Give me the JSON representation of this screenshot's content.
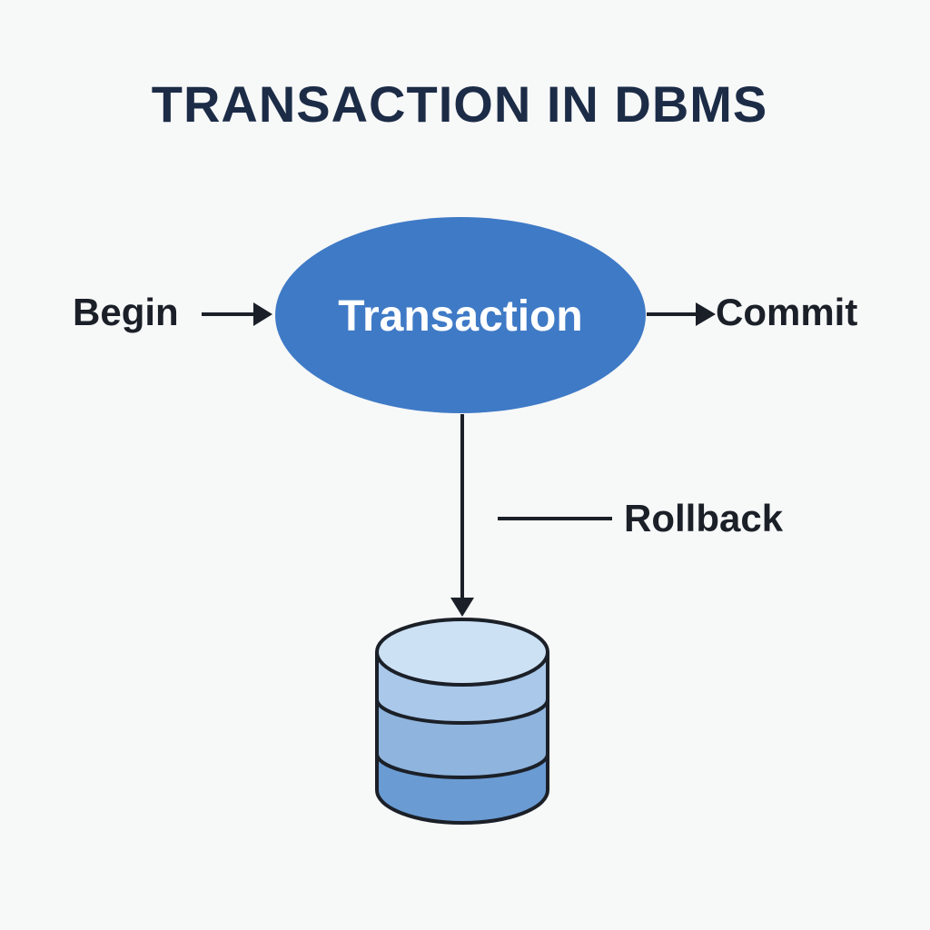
{
  "title": "TRANSACTION IN DBMS",
  "nodes": {
    "transaction": "Transaction",
    "begin": "Begin",
    "commit": "Commit",
    "rollback": "Rollback"
  },
  "colors": {
    "background": "#f7f8f8",
    "title": "#1c2c47",
    "text": "#1b2028",
    "ellipse_fill": "#3f7ac6",
    "ellipse_text": "#ffffff",
    "line": "#1b2028",
    "db_top": "#cde1f5",
    "db_band1": "#a9c8ea",
    "db_band2": "#8fb4de",
    "db_band3": "#6a9bd3"
  },
  "icons": {
    "database": "database-cylinder-icon"
  }
}
